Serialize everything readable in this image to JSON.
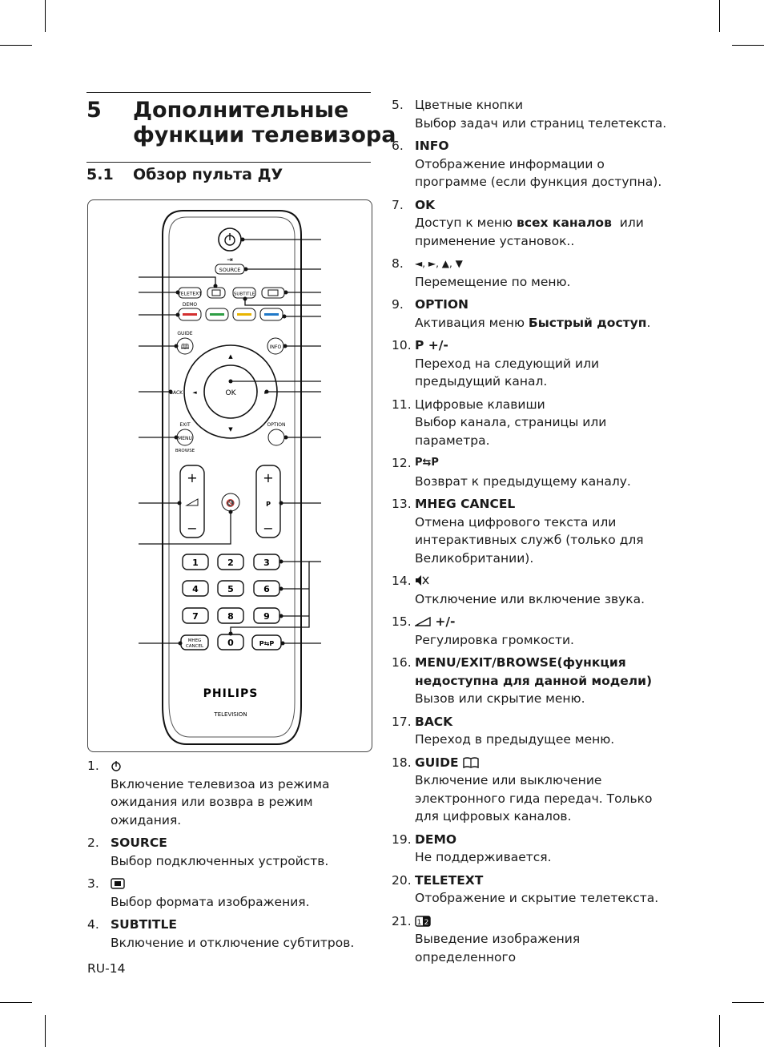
{
  "chapter": {
    "number": "5",
    "title_line1": "Дополнительные",
    "title_line2": "функции телевизора"
  },
  "section": {
    "number": "5.1",
    "title": "Обзор пульта ДУ"
  },
  "remote": {
    "source": "SOURCE",
    "teletext": "TELETEXT",
    "subtitle": "SUBTITLE",
    "demo": "DEMO",
    "guide": "GUIDE",
    "info": "INFO",
    "back": "BACK",
    "ok": "OK",
    "exit": "EXIT",
    "menu": "MENU",
    "browse": "BROWSE",
    "option": "OPTION",
    "plus": "+",
    "minus": "−",
    "p": "P",
    "mheg_line1": "MHEG",
    "mheg_line2": "CANCEL",
    "pp": "P⇆P",
    "brand": "PHILIPS",
    "model": "TELEVISION",
    "keys": [
      "1",
      "2",
      "3",
      "4",
      "5",
      "6",
      "7",
      "8",
      "9",
      "0"
    ],
    "colors": {
      "red": "#d32f2f",
      "green": "#2e9e44",
      "yellow": "#e8b400",
      "blue": "#1f78c8"
    }
  },
  "left_items": [
    {
      "num": "1.",
      "title": "",
      "icon": "power-icon",
      "desc": "Включение телевизоа из режима ожидания или возвра в режим ожидания."
    },
    {
      "num": "2.",
      "title": "SOURCE",
      "desc": "Выбор подключенных устройств."
    },
    {
      "num": "3.",
      "title": "",
      "icon": "format-icon",
      "desc": "Выбор формата изображения."
    },
    {
      "num": "4.",
      "title": "SUBTITLE",
      "desc": "Включение и отключение субтитров."
    }
  ],
  "right_items": [
    {
      "num": "5.",
      "title_plain": "Цветные кнопки",
      "desc": "Выбор задач или страниц телетекста."
    },
    {
      "num": "6.",
      "title": "INFO",
      "desc": "Отображение информации о программе (если функция доступна)."
    },
    {
      "num": "7.",
      "title": "OK",
      "desc_pre": "Доступ к меню ",
      "desc_bold": "всех каналов",
      "desc_post": "  или применение установок.."
    },
    {
      "num": "8.",
      "title_plain": "◄, ►, ▲, ▼",
      "desc": "Перемещение по меню."
    },
    {
      "num": "9.",
      "title": "OPTION",
      "desc_pre": "Активация меню ",
      "desc_bold": "Быстрый доступ",
      "desc_post": "."
    },
    {
      "num": "10.",
      "title": "P +/-",
      "desc": "Переход на следующий или предыдущий канал."
    },
    {
      "num": "11.",
      "title_plain": "Цифровые клавиши",
      "desc": "Выбор канала, страницы или параметра."
    },
    {
      "num": "12.",
      "title": "P⇆P",
      "desc": "Возврат к предыдущему каналу."
    },
    {
      "num": "13.",
      "title": "MHEG CANCEL",
      "desc": "Отмена цифрового текста или интерактивных служб (только для Великобритании)."
    },
    {
      "num": "14.",
      "title": "",
      "icon": "mute-icon",
      "desc": "Отключение или включение звука."
    },
    {
      "num": "15.",
      "title": "+/-",
      "icon": "volume-icon",
      "desc": "Регулировка громкости."
    },
    {
      "num": "16.",
      "title": "MENU/EXIT/BROWSE(функция недоступна для данной модели)",
      "desc": "Вызов или скрытие меню."
    },
    {
      "num": "17.",
      "title": "BACK",
      "desc": "Переход в предыдущее меню."
    },
    {
      "num": "18.",
      "title": "GUIDE",
      "icon": "book-icon",
      "desc": "Включение или выключение электронного гида передач. Только для цифровых каналов."
    },
    {
      "num": "19.",
      "title": "DEMO",
      "desc": "Не поддерживается."
    },
    {
      "num": "20.",
      "title": "TELETEXT",
      "desc": "Отображение и скрытие телетекста."
    },
    {
      "num": "21.",
      "title": "",
      "icon": "dual-screen-icon",
      "desc": "Выведение изображения определенного"
    }
  ],
  "page_number": "RU-14"
}
